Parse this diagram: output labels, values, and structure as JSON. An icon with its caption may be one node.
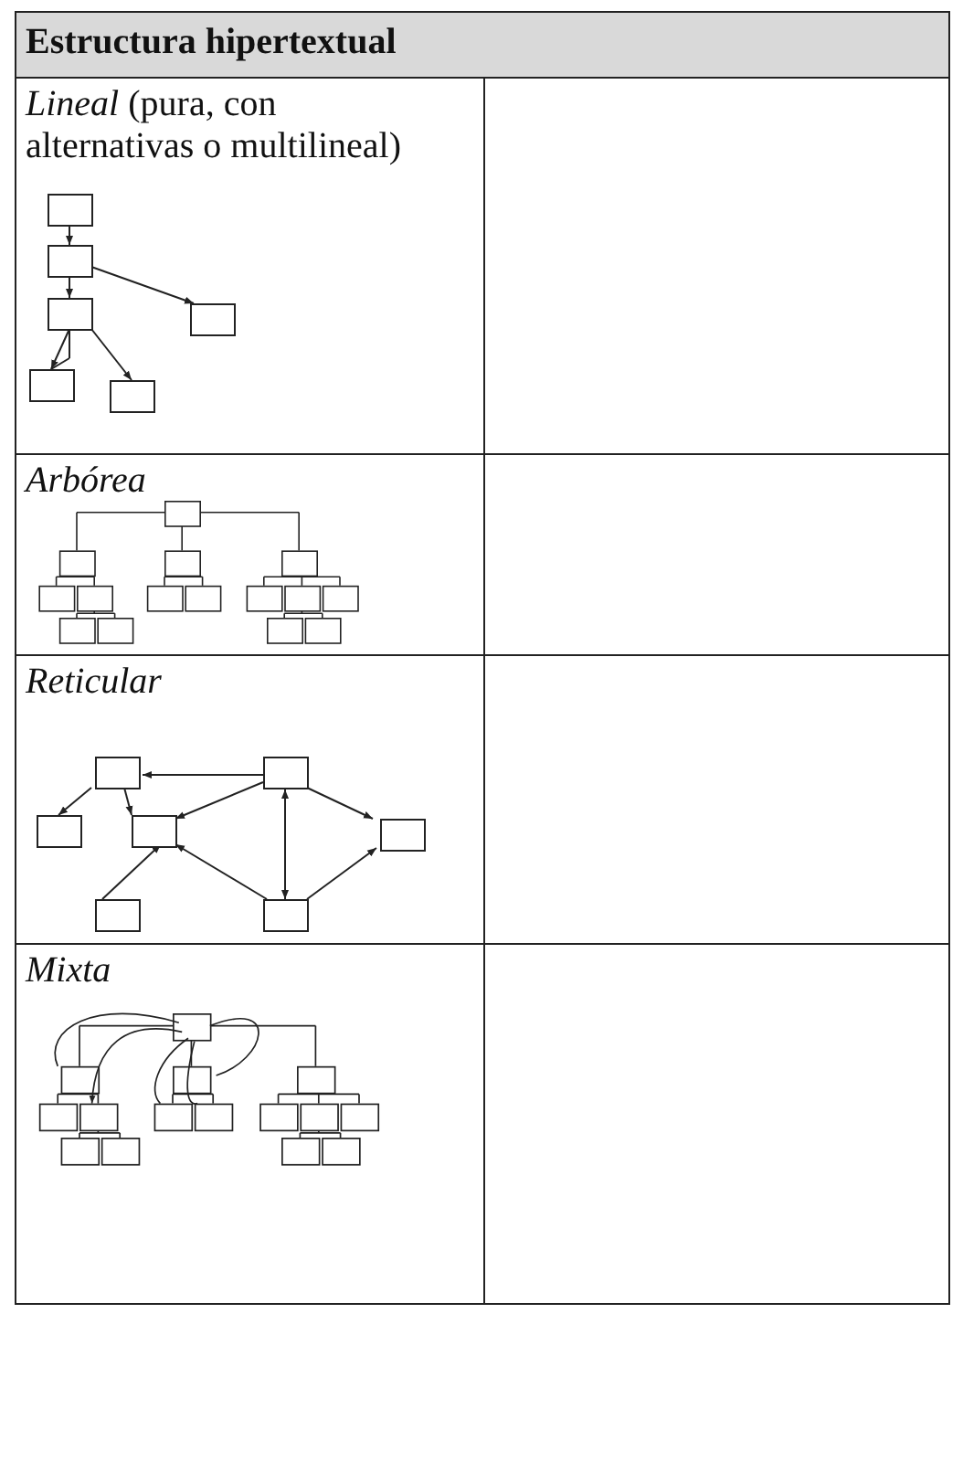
{
  "diagram": {
    "labels": [
      "Estructura hipertextual",
      "*Lineal* (pura, con alternativas o multilineal)",
      "Arbórea",
      "Reticular",
      "Mixta"
    ]
  }
}
